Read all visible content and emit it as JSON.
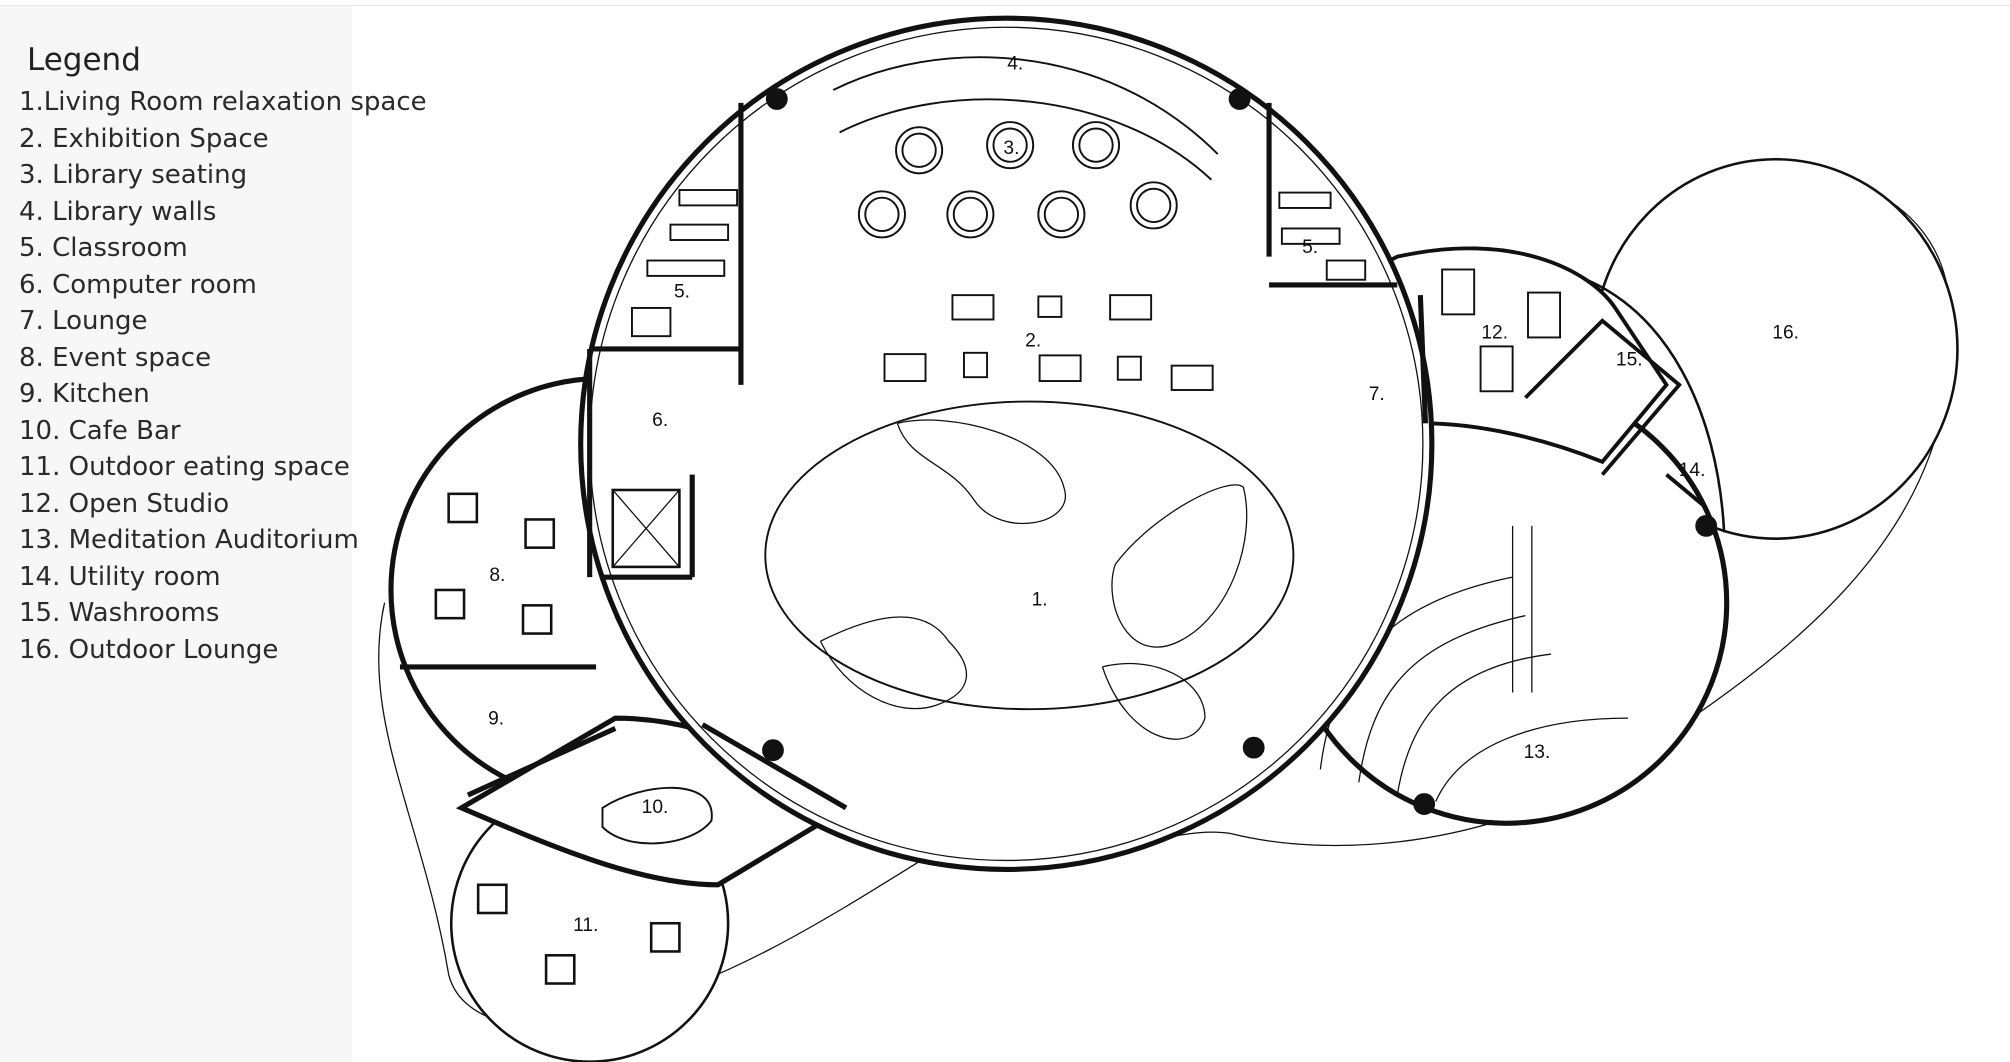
{
  "legend": {
    "title": "Legend",
    "items": [
      "1.Living Room relaxation space",
      "2. Exhibition Space",
      "3. Library seating",
      "4. Library walls",
      "5. Classroom",
      "6. Computer room",
      "7. Lounge",
      "8. Event space",
      "9. Kitchen",
      "10. Cafe Bar",
      "11. Outdoor eating space",
      "12. Open Studio",
      "13. Meditation Auditorium",
      "14. Utility room",
      "15. Washrooms",
      "16. Outdoor Lounge"
    ]
  },
  "plan_labels": {
    "r1": "1.",
    "r2": "2.",
    "r3": "3.",
    "r4": "4.",
    "r5a": "5.",
    "r5b": "5.",
    "r6": "6.",
    "r7": "7.",
    "r8": "8.",
    "r9": "9.",
    "r10": "10.",
    "r11": "11.",
    "r12": "12.",
    "r13": "13.",
    "r14": "14.",
    "r15": "15.",
    "r16": "16."
  }
}
